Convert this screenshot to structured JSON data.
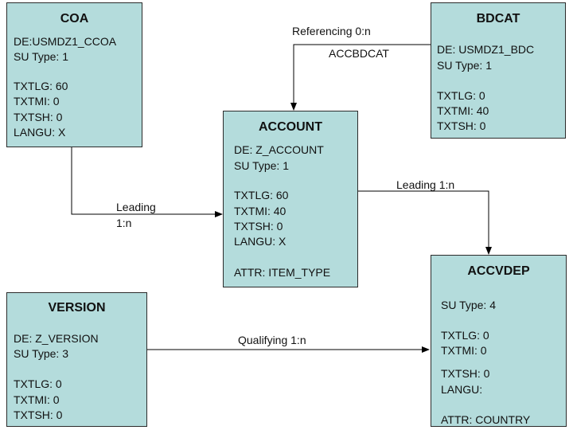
{
  "entities": {
    "coa": {
      "title": "COA",
      "lines": [
        "DE:USMDZ1_CCOA",
        "SU Type: 1",
        "TXTLG: 60",
        "TXTMI: 0",
        "TXTSH: 0",
        "LANGU: X"
      ]
    },
    "bdcat": {
      "title": "BDCAT",
      "lines": [
        "DE: USMDZ1_BDC",
        "SU Type: 1",
        "TXTLG: 0",
        "TXTMI: 40",
        "TXTSH: 0"
      ]
    },
    "account": {
      "title": "ACCOUNT",
      "lines": [
        "DE: Z_ACCOUNT",
        "SU Type: 1",
        "TXTLG: 60",
        "TXTMI: 40",
        "TXTSH: 0",
        "LANGU: X",
        "ATTR: ITEM_TYPE"
      ]
    },
    "version": {
      "title": "VERSION",
      "lines": [
        "DE: Z_VERSION",
        "SU Type: 3",
        "TXTLG: 0",
        "TXTMI: 0",
        "TXTSH: 0"
      ]
    },
    "accvdep": {
      "title": "ACCVDEP",
      "lines": [
        "SU Type: 4",
        "TXTLG: 0",
        "TXTMI: 0",
        "TXTSH: 0",
        "LANGU:",
        "ATTR: COUNTRY"
      ]
    }
  },
  "relations": {
    "referencing": {
      "label": "Referencing 0:n",
      "sublabel": "ACCBDCAT"
    },
    "coa_leading": {
      "label": "Leading",
      "sublabel": "1:n"
    },
    "account_leading": {
      "label": "Leading 1:n"
    },
    "qualifying": {
      "label": "Qualifying 1:n"
    }
  }
}
